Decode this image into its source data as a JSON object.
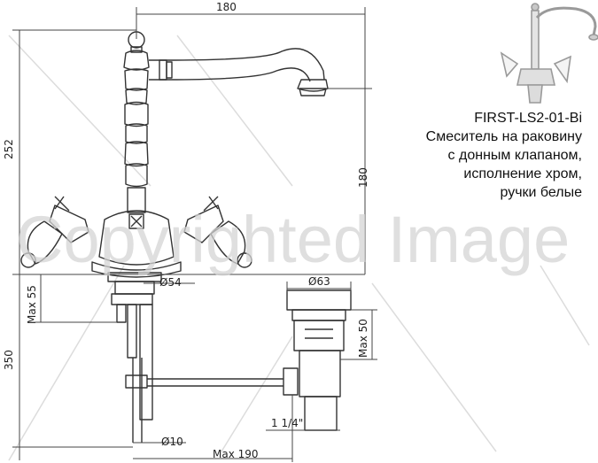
{
  "product": {
    "model": "FIRST-LS2-01-Bi",
    "description_lines": [
      "Смеситель на раковину",
      "с донным клапаном,",
      "исполнение хром,",
      "ручки белые"
    ]
  },
  "dimensions": {
    "width_top": "180",
    "height_total": "252",
    "spout_height": "180",
    "body_diameter": "Ø54",
    "max_55": "Max 55",
    "below_height": "350",
    "drain_diameter": "Ø63",
    "max_50": "Max 50",
    "thread": "1 1/4\"",
    "pipe_diameter": "Ø10",
    "max_190": "Max 190"
  },
  "watermark": "Copyrighted Image",
  "colors": {
    "line": "#333333",
    "dim_line": "#444444",
    "watermark": "#d4d4d4"
  }
}
